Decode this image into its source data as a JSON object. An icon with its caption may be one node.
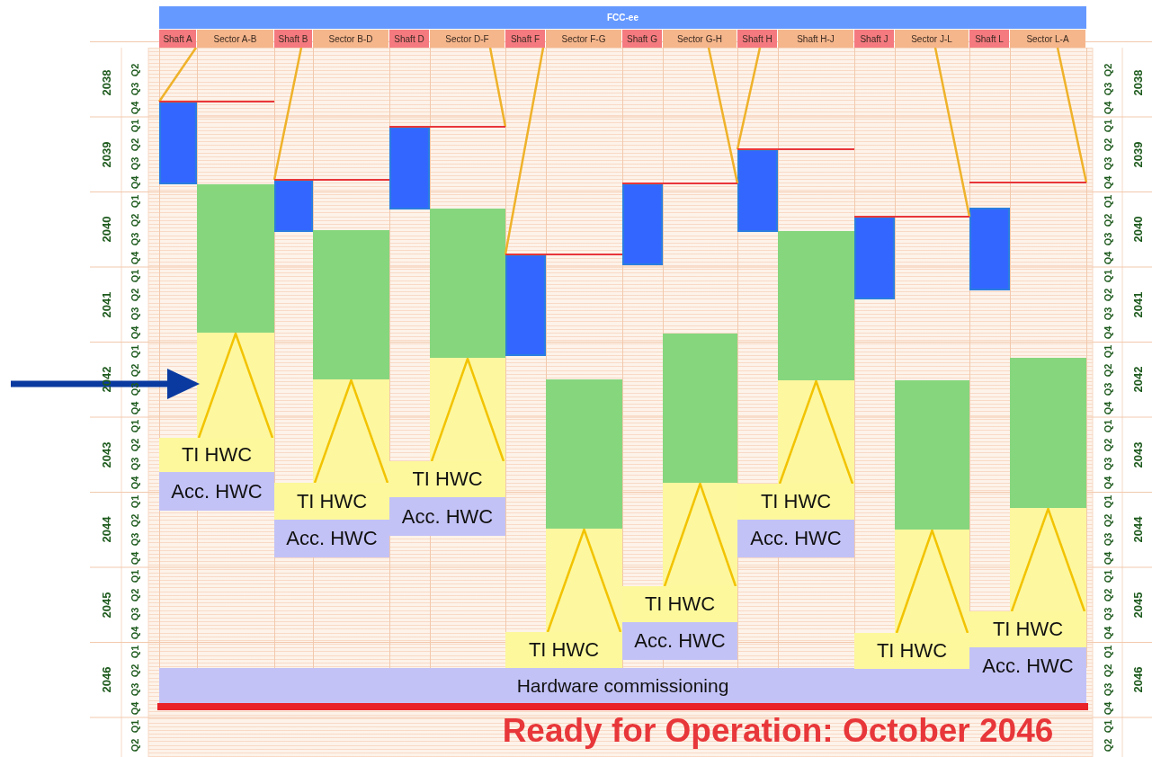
{
  "diagram": {
    "nodes": [
      {
        "text": [
          "FCC-ee"
        ]
      },
      {
        "text": [
          "Shaft A"
        ]
      },
      {
        "text": [
          "Sector A-B"
        ]
      },
      {
        "text": [
          "Shaft B"
        ]
      },
      {
        "text": [
          "Sector B-D"
        ]
      },
      {
        "text": [
          "Shaft D"
        ]
      },
      {
        "text": [
          "Sector D-F"
        ]
      },
      {
        "text": [
          "Shaft F"
        ]
      },
      {
        "text": [
          "Sector F-G"
        ]
      },
      {
        "text": [
          "Shaft G"
        ]
      },
      {
        "text": [
          "Sector G-H"
        ]
      },
      {
        "text": [
          "Shaft H"
        ]
      },
      {
        "text": [
          "Shaft H-J"
        ]
      },
      {
        "text": [
          "Shaft J"
        ]
      },
      {
        "text": [
          "Sector J-L"
        ]
      },
      {
        "text": [
          "Shaft L"
        ]
      },
      {
        "text": [
          "Sector L-A"
        ]
      },
      {
        "text": [],
        "shape": "bar"
      },
      {
        "text": [],
        "shape": "bar"
      },
      {
        "text": [],
        "shape": "bar"
      },
      {
        "text": [
          "TI HWC"
        ]
      },
      {
        "text": [
          "Acc. HWC"
        ]
      },
      {
        "text": [],
        "shape": "bar"
      },
      {
        "text": [],
        "shape": "bar"
      },
      {
        "text": [],
        "shape": "bar"
      },
      {
        "text": [
          "TI HWC"
        ]
      },
      {
        "text": [
          "Acc. HWC"
        ]
      },
      {
        "text": [],
        "shape": "bar"
      },
      {
        "text": [],
        "shape": "bar"
      },
      {
        "text": [],
        "shape": "bar"
      },
      {
        "text": [
          "TI HWC"
        ]
      },
      {
        "text": [
          "Acc. HWC"
        ]
      },
      {
        "text": [],
        "shape": "bar"
      },
      {
        "text": [],
        "shape": "bar"
      },
      {
        "text": [],
        "shape": "bar"
      },
      {
        "text": [
          "TI HWC"
        ]
      },
      {
        "text": [],
        "shape": "bar"
      },
      {
        "text": [],
        "shape": "bar"
      },
      {
        "text": [],
        "shape": "bar"
      },
      {
        "text": [
          "TI HWC"
        ]
      },
      {
        "text": [
          "Acc. HWC"
        ]
      },
      {
        "text": [],
        "shape": "bar"
      },
      {
        "text": [],
        "shape": "bar"
      },
      {
        "text": [],
        "shape": "bar"
      },
      {
        "text": [
          "TI HWC"
        ]
      },
      {
        "text": [
          "Acc. HWC"
        ]
      },
      {
        "text": [],
        "shape": "bar"
      },
      {
        "text": [],
        "shape": "bar"
      },
      {
        "text": [],
        "shape": "bar"
      },
      {
        "text": [
          "TI HWC"
        ]
      },
      {
        "text": [],
        "shape": "bar"
      },
      {
        "text": [],
        "shape": "bar"
      },
      {
        "text": [],
        "shape": "bar"
      },
      {
        "text": [
          "TI HWC"
        ]
      },
      {
        "text": [
          "Acc. HWC"
        ]
      },
      {
        "text": [
          "Hardware commissioning"
        ]
      }
    ],
    "edges": [
      {
        "from": 1,
        "to": 17,
        "arrow": "none"
      },
      {
        "from": 3,
        "to": 22,
        "arrow": "none"
      },
      {
        "from": 6,
        "to": null,
        "arrow": "none"
      },
      {
        "from": 7,
        "to": 32,
        "arrow": "none"
      },
      {
        "from": 10,
        "to": 41,
        "arrow": "none"
      },
      {
        "from": 11,
        "to": 41,
        "arrow": "none"
      },
      {
        "from": 14,
        "to": 50,
        "arrow": "none"
      },
      {
        "from": 16,
        "to": null,
        "arrow": "none"
      },
      {
        "from": 17,
        "to": null,
        "arrow": "none",
        "color": "#e8363a"
      },
      {
        "from": 22,
        "to": 27,
        "arrow": "none",
        "color": "#e8363a"
      },
      {
        "from": 27,
        "to": null,
        "arrow": "none",
        "color": "#e8363a"
      },
      {
        "from": 32,
        "to": 36,
        "arrow": "none",
        "color": "#e8363a"
      },
      {
        "from": 36,
        "to": 41,
        "arrow": "none",
        "color": "#e8363a"
      },
      {
        "from": 41,
        "to": null,
        "arrow": "none",
        "color": "#e8363a"
      },
      {
        "from": 46,
        "to": 50,
        "arrow": "none",
        "color": "#e8363a"
      }
    ],
    "labels": [
      "2038",
      "2039",
      "2040",
      "2041",
      "2042",
      "2043",
      "2044",
      "2045",
      "2046",
      "Q2",
      "Q3",
      "Q4",
      "Q1",
      "Q2",
      "Q3",
      "Q4",
      "Q1",
      "Q2",
      "Q3",
      "Q4",
      "Q1",
      "Q2",
      "Q3",
      "Q4",
      "Q1",
      "Q2",
      "Q3",
      "Q4",
      "Q1",
      "Q2",
      "Q3",
      "Q4",
      "Q1",
      "Q2",
      "Q3",
      "Q4",
      "Q1",
      "Q2",
      "Q3",
      "Q4",
      "Q1",
      "Q2",
      "Q3",
      "Q4",
      "Q1",
      "Q2",
      "Q2",
      "Q3",
      "Q4",
      "Q1",
      "Q2",
      "Q3",
      "Q4",
      "Q1",
      "Q2",
      "Q3",
      "Q4",
      "Q1",
      "Q2",
      "Q3",
      "Q4",
      "Q1",
      "Q2",
      "Q3",
      "Q4",
      "Q1",
      "Q2",
      "Q3",
      "Q4",
      "Q1",
      "Q2",
      "Q3",
      "Q4",
      "Q1",
      "Q2",
      "Q3",
      "Q4",
      "Q1",
      "Q2",
      "Q3",
      "Q4",
      "Q1",
      "Q2",
      "2038",
      "2039",
      "2040",
      "2041",
      "2042",
      "2043",
      "2044",
      "2045",
      "2046",
      "Ready for Operation: October 2046"
    ]
  }
}
